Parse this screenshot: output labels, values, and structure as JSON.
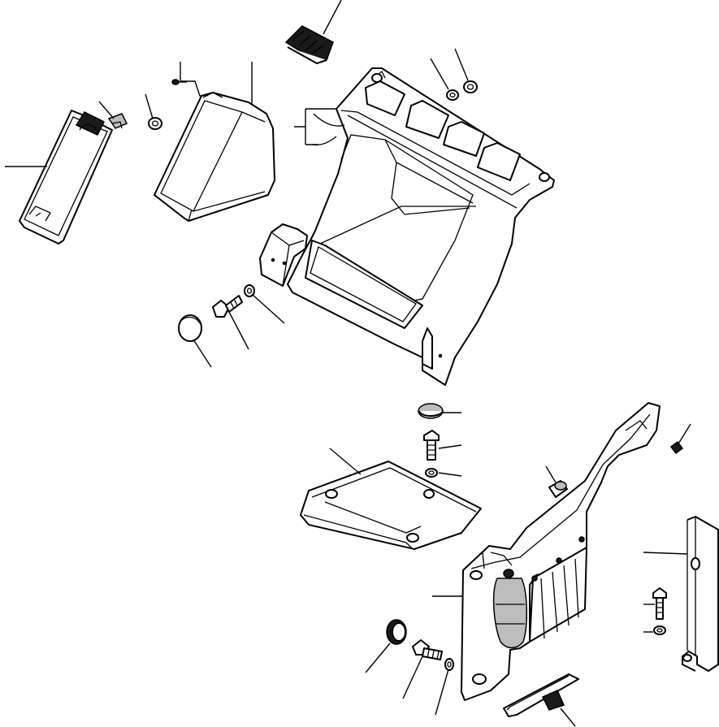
{
  "diagram": {
    "background": "#ffffff",
    "line_color": "#000000",
    "shade_color": "#1a1a1a",
    "mid_color": "#bdbdbd",
    "parts": [
      "storage-lid",
      "clip",
      "nut",
      "bracket-box",
      "vent-grille",
      "washer",
      "nut",
      "console-panel",
      "blanking-plug",
      "bolt",
      "washer",
      "blanking-plug",
      "bolt",
      "washer",
      "cover-plate",
      "push-fastener",
      "dome-light",
      "side-console",
      "blanking-plug",
      "bolt",
      "washer",
      "mounting-bracket",
      "bolt",
      "washer",
      "support-bracket"
    ]
  }
}
